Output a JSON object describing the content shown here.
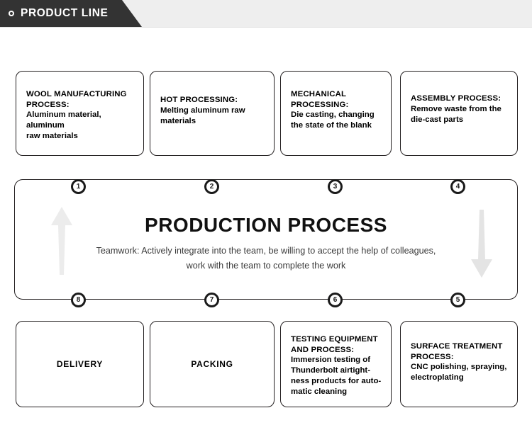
{
  "header": {
    "title": "PRODUCT LINE",
    "icon": "circle-dot-icon",
    "tab_color": "#333333",
    "strip_color": "#eeeeee"
  },
  "center_panel": {
    "title": "PRODUCTION PROCESS",
    "subtitle": "Teamwork: Actively integrate into the team, be willing to accept the help of colleagues, work with the team to complete the work",
    "arrow_up": "arrow-up-icon",
    "arrow_down": "arrow-down-icon",
    "arrow_color": "#ececec"
  },
  "steps": [
    {
      "number": "1",
      "position": "top"
    },
    {
      "number": "2",
      "position": "top"
    },
    {
      "number": "3",
      "position": "top"
    },
    {
      "number": "4",
      "position": "top"
    },
    {
      "number": "5",
      "position": "bottom"
    },
    {
      "number": "6",
      "position": "bottom"
    },
    {
      "number": "7",
      "position": "bottom"
    },
    {
      "number": "8",
      "position": "bottom"
    }
  ],
  "top_cards": [
    {
      "title_line1": "WOOL MANUFACTURING",
      "title_line2": "PROCESS:",
      "body_line1": "Aluminum material, aluminum",
      "body_line2": "raw materials",
      "body_line3": "",
      "body_line4": ""
    },
    {
      "title_line1": "HOT PROCESSING:",
      "title_line2": "",
      "body_line1": "Melting aluminum raw",
      "body_line2": "materials",
      "body_line3": "",
      "body_line4": ""
    },
    {
      "title_line1": "MECHANICAL",
      "title_line2": "PROCESSING:",
      "body_line1": "Die casting, changing",
      "body_line2": "the state of the blank",
      "body_line3": "",
      "body_line4": ""
    },
    {
      "title_line1": "ASSEMBLY PROCESS:",
      "title_line2": "",
      "body_line1": "Remove waste from the",
      "body_line2": "die-cast parts",
      "body_line3": "",
      "body_line4": ""
    }
  ],
  "bottom_cards": [
    {
      "centered_label": "DELIVERY",
      "title_line1": "",
      "title_line2": "",
      "body_line1": "",
      "body_line2": "",
      "body_line3": "",
      "body_line4": ""
    },
    {
      "centered_label": "PACKING",
      "title_line1": "",
      "title_line2": "",
      "body_line1": "",
      "body_line2": "",
      "body_line3": "",
      "body_line4": ""
    },
    {
      "centered_label": "",
      "title_line1": "TESTING EQUIPMENT",
      "title_line2": "AND PROCESS:",
      "body_line1": "Immersion testing of",
      "body_line2": "Thunderbolt airtight-",
      "body_line3": "ness products for auto-",
      "body_line4": "matic cleaning"
    },
    {
      "centered_label": "",
      "title_line1": "SURFACE TREATMENT",
      "title_line2": "PROCESS:",
      "body_line1": "CNC polishing, spraying,",
      "body_line2": "electroplating",
      "body_line3": "",
      "body_line4": ""
    }
  ]
}
